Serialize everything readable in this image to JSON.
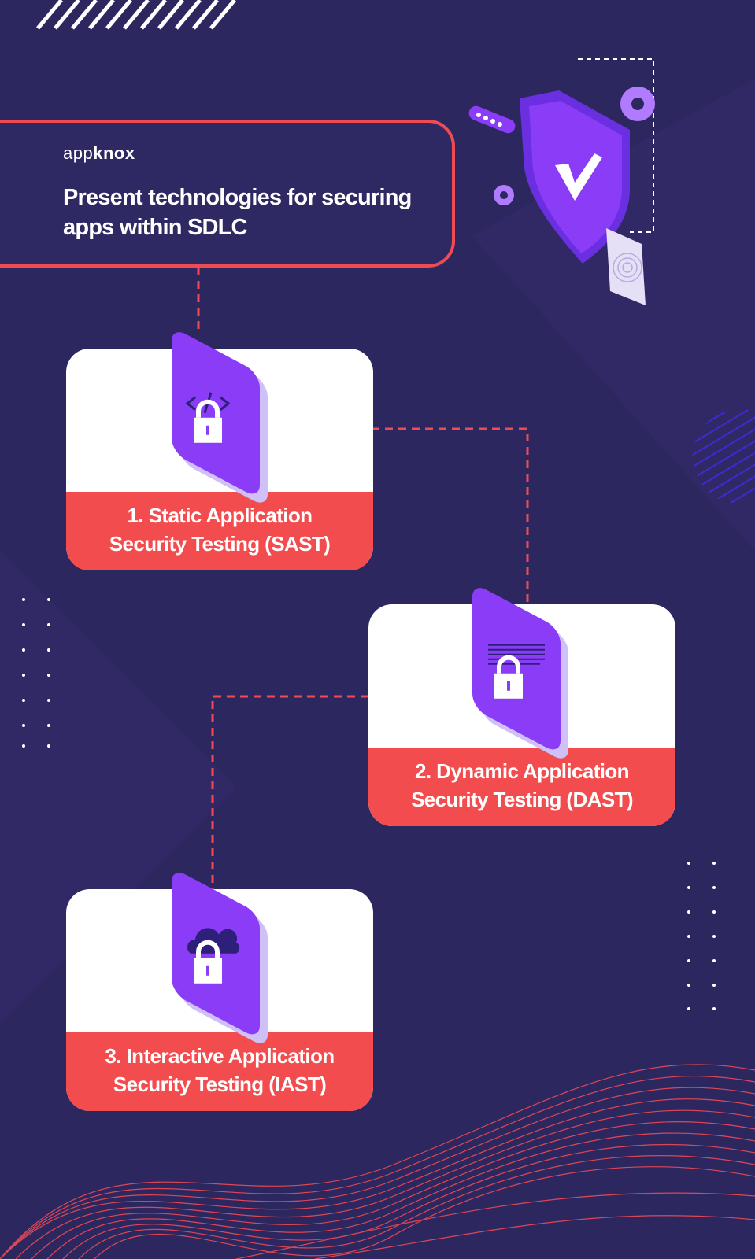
{
  "brand": {
    "logo_light": "app",
    "logo_bold": "knox"
  },
  "header": {
    "title": "Present technologies for securing apps within SDLC"
  },
  "steps": [
    {
      "label_line1": "1. Static Application",
      "label_line2": "Security Testing (SAST)",
      "icon": "code-lock-icon"
    },
    {
      "label_line1": "2. Dynamic Application",
      "label_line2": "Security Testing (DAST)",
      "icon": "document-lock-icon"
    },
    {
      "label_line1": "3. Interactive Application",
      "label_line2": "Security Testing (IAST)",
      "icon": "cloud-lock-icon"
    }
  ],
  "colors": {
    "background": "#2d2760",
    "accent": "#f24c4f",
    "purple": "#8a3cf6",
    "lavender": "#cfc0f7"
  }
}
